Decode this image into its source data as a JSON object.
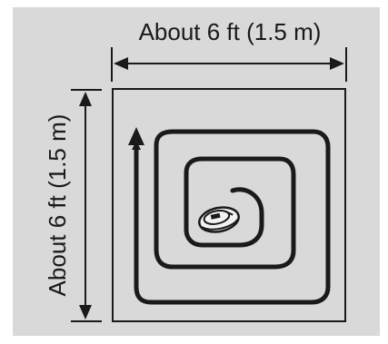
{
  "colors": {
    "background_panel": "#d9d9d9",
    "ink": "#1a1a1a",
    "robot_fill": "#f2f2f2"
  },
  "labels": {
    "horizontal_dimension": "About 6 ft (1.5 m)",
    "vertical_dimension": "About 6 ft (1.5 m)"
  },
  "icons": {
    "device": "robot-vacuum-icon",
    "path": "spiral-path-arrow"
  }
}
